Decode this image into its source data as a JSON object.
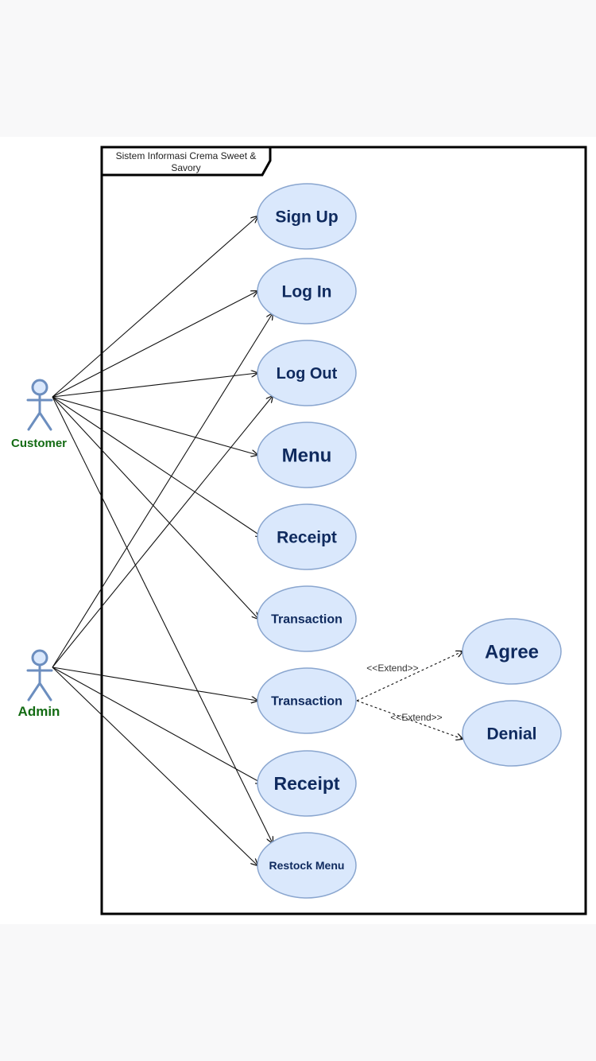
{
  "system": {
    "title_line1": "Sistem Informasi Crema Sweet &",
    "title_line2": "Savory"
  },
  "actors": [
    {
      "id": "customer",
      "label": "Customer"
    },
    {
      "id": "admin",
      "label": "Admin"
    }
  ],
  "use_cases": [
    {
      "id": "sign-up",
      "label": "Sign Up"
    },
    {
      "id": "log-in",
      "label": "Log In"
    },
    {
      "id": "log-out",
      "label": "Log Out"
    },
    {
      "id": "menu",
      "label": "Menu"
    },
    {
      "id": "receipt-customer",
      "label": "Receipt"
    },
    {
      "id": "transaction-customer",
      "label": "Transaction"
    },
    {
      "id": "transaction-admin",
      "label": "Transaction"
    },
    {
      "id": "receipt-admin",
      "label": "Receipt"
    },
    {
      "id": "restock-menu",
      "label": "Restock Menu"
    },
    {
      "id": "agree",
      "label": "Agree"
    },
    {
      "id": "denial",
      "label": "Denial"
    }
  ],
  "associations": [
    {
      "from": "customer",
      "to": "sign-up"
    },
    {
      "from": "customer",
      "to": "log-in"
    },
    {
      "from": "customer",
      "to": "log-out"
    },
    {
      "from": "customer",
      "to": "menu"
    },
    {
      "from": "customer",
      "to": "receipt-customer"
    },
    {
      "from": "customer",
      "to": "transaction-customer"
    },
    {
      "from": "customer",
      "to": "restock-menu"
    },
    {
      "from": "admin",
      "to": "log-in"
    },
    {
      "from": "admin",
      "to": "log-out"
    },
    {
      "from": "admin",
      "to": "transaction-admin"
    },
    {
      "from": "admin",
      "to": "receipt-admin"
    },
    {
      "from": "admin",
      "to": "restock-menu"
    }
  ],
  "extends": [
    {
      "from": "transaction-admin",
      "to": "agree",
      "label": "<<Extend>>"
    },
    {
      "from": "transaction-admin",
      "to": "denial",
      "label": "<<Extend>>"
    }
  ],
  "colors": {
    "usecase_fill": "#dae8fc",
    "usecase_stroke": "#8aa6cf",
    "usecase_text": "#0f2a5e",
    "actor_stroke": "#6c8ebf",
    "actor_label": "#136b13",
    "line": "#111111",
    "frame": "#000000"
  }
}
